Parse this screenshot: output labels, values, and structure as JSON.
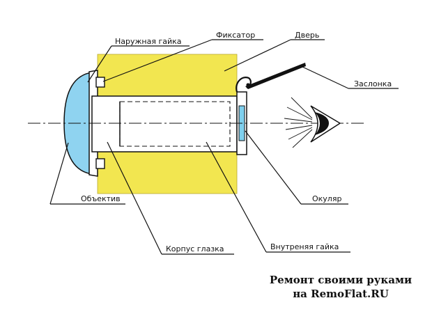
{
  "labels": {
    "outer_nut": "Наружная гайка",
    "latch": "Фиксатор",
    "door": "Дверь",
    "shutter": "Заслонка",
    "lens": "Объектив",
    "eyepiece": "Окуляр",
    "body": "Корпус глазка",
    "inner_nut": "Внутреняя гайка"
  },
  "watermark": {
    "line1": "Ремонт своими руками",
    "line2": "на RemoFlat.RU"
  },
  "colors": {
    "door_fill": "#F2E650",
    "lens_fill": "#8FD3F0",
    "eyepiece_fill": "#7FD0EE",
    "line": "#111111"
  }
}
